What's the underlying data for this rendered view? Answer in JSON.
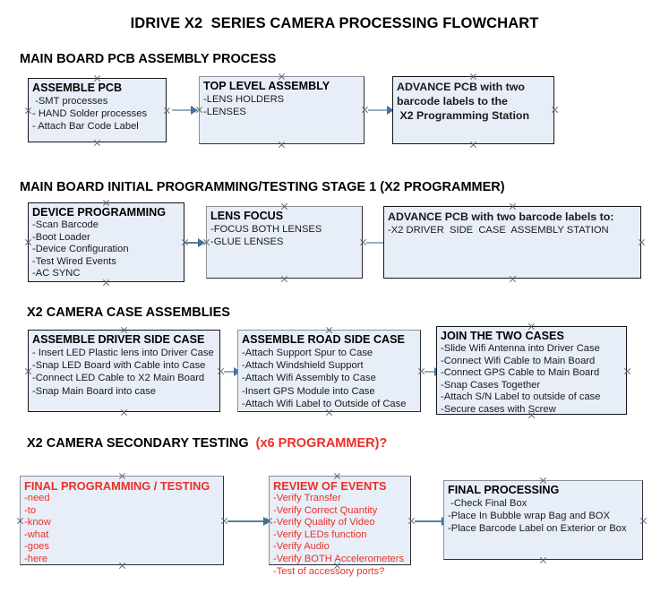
{
  "title": "IDRIVE X2  SERIES CAMERA PROCESSING FLOWCHART",
  "colors": {
    "box_fill": "#e8eef7",
    "box_border_black": "#13161a",
    "box_border_gray": "#7d8288",
    "arrow_shaft": "#94aec4",
    "arrow_head": "#4472a8",
    "accent_red": "#e8312a",
    "text_black": "#000000"
  },
  "sections": [
    {
      "heading": "MAIN BOARD PCB ASSEMBLY PROCESS",
      "heading_accent": "",
      "boxes": [
        {
          "title": "ASSEMBLE PCB",
          "lines": [
            " -SMT processes",
            "- HAND Solder processes",
            "- Attach Bar Code Label"
          ]
        },
        {
          "title": "TOP LEVEL ASSEMBLY",
          "lines": [
            "-LENS HOLDERS",
            "-LENSES"
          ]
        },
        {
          "title": "ADVANCE PCB with two",
          "lines": [
            "barcode labels to the",
            " X2 Programming Station"
          ]
        }
      ]
    },
    {
      "heading": "MAIN BOARD INITIAL PROGRAMMING/TESTING STAGE 1 (X2 PROGRAMMER)",
      "heading_accent": "",
      "boxes": [
        {
          "title": "DEVICE PROGRAMMING",
          "lines": [
            "-Scan Barcode",
            "-Boot Loader",
            "-Device Configuration",
            "-Test Wired Events",
            "-AC SYNC"
          ]
        },
        {
          "title": "LENS FOCUS",
          "lines": [
            "-FOCUS BOTH LENSES",
            "-GLUE LENSES"
          ]
        },
        {
          "title": "ADVANCE PCB with two barcode labels to:",
          "lines": [
            "-X2 DRIVER  SIDE  CASE  ASSEMBLY STATION"
          ]
        }
      ]
    },
    {
      "heading": "X2 CAMERA CASE ASSEMBLIES",
      "heading_accent": "",
      "boxes": [
        {
          "title": "ASSEMBLE DRIVER SIDE CASE",
          "lines": [
            "- Insert LED Plastic lens into Driver Case",
            "-Snap LED Board with Cable into Case",
            "-Connect LED Cable to X2 Main Board",
            "-Snap Main Board into case"
          ]
        },
        {
          "title": "ASSEMBLE ROAD SIDE CASE",
          "lines": [
            "-Attach Support Spur to Case",
            "-Attach Windshield Support",
            "-Attach Wifi Assembly to Case",
            "-Insert GPS Module into Case",
            "-Attach Wifi Label to Outside of Case"
          ]
        },
        {
          "title": "JOIN THE TWO CASES",
          "lines": [
            "-Slide Wifi Antenna into Driver Case",
            "-Connect Wifi Cable to Main Board",
            "-Connect GPS Cable to Main Board",
            "-Snap Cases Together",
            "-Attach S/N Label to outside of case",
            "-Secure cases with Screw"
          ]
        }
      ]
    },
    {
      "heading": "X2 CAMERA SECONDARY TESTING  ",
      "heading_accent": "(x6 PROGRAMMER)?",
      "boxes": [
        {
          "title": "FINAL PROGRAMMING / TESTING",
          "lines": [
            "-need",
            "-to",
            "-know",
            "-what",
            "-goes",
            "-here"
          ]
        },
        {
          "title": "REVIEW OF EVENTS",
          "lines": [
            "-Verify Transfer",
            "-Verify Correct Quantity",
            "-Verify Quality of Video",
            "-Verify LEDs function",
            "-Verify Audio",
            "-Verify BOTH Accelerometers",
            "-Test of accessory ports?"
          ]
        },
        {
          "title": "FINAL PROCESSING",
          "lines": [
            " -Check Final Box",
            "-Place In Bubble wrap Bag and BOX",
            "-Place Barcode Label on Exterior or Box"
          ]
        }
      ]
    }
  ]
}
